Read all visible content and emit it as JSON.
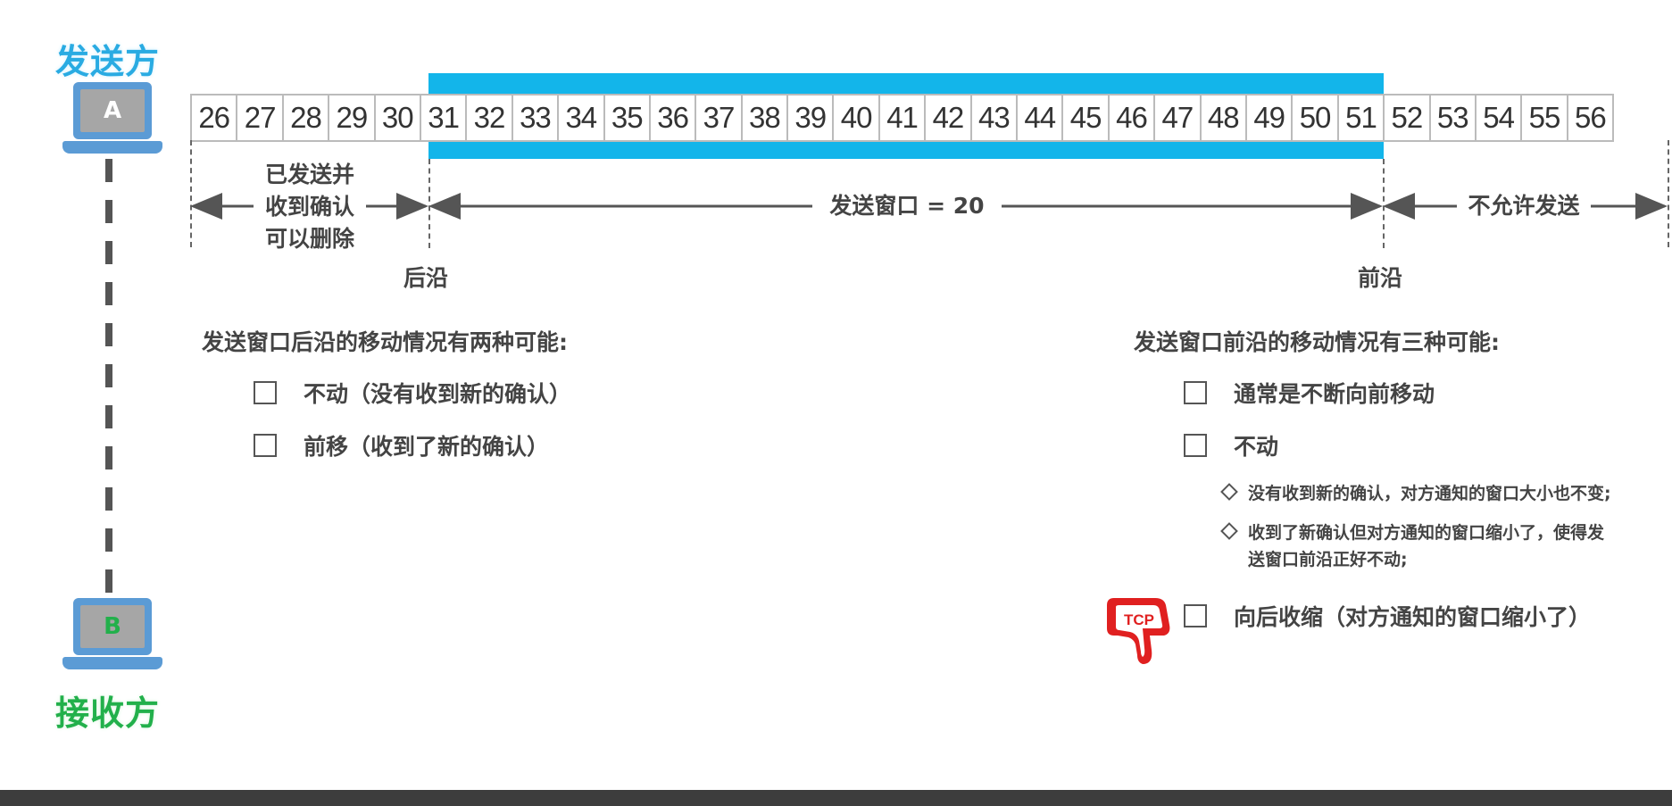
{
  "sender": {
    "title": "发送方",
    "device_label": "A"
  },
  "receiver": {
    "title": "接收方",
    "device_label": "B"
  },
  "sequence": [
    "26",
    "27",
    "28",
    "29",
    "30",
    "31",
    "32",
    "33",
    "34",
    "35",
    "36",
    "37",
    "38",
    "39",
    "40",
    "41",
    "42",
    "43",
    "44",
    "45",
    "46",
    "47",
    "48",
    "49",
    "50",
    "51",
    "52",
    "53",
    "54",
    "55",
    "56"
  ],
  "regions": {
    "acked": [
      "已发送并",
      "收到确认",
      "可以删除"
    ],
    "window": "发送窗口 = 20",
    "not_allowed": "不允许发送"
  },
  "edges": {
    "trailing": "后沿",
    "leading": "前沿"
  },
  "trailing_section": {
    "heading": "发送窗口后沿的移动情况有两种可能:",
    "items": [
      "不动（没有收到新的确认）",
      "前移（收到了新的确认）"
    ]
  },
  "leading_section": {
    "heading": "发送窗口前沿的移动情况有三种可能:",
    "item_1": "通常是不断向前移动",
    "item_2": "不动",
    "sub_1": "没有收到新的确认，对方通知的窗口大小也不变;",
    "sub_2_line1": "收到了新确认但对方通知的窗口缩小了，使得发",
    "sub_2_line2": "送窗口前沿正好不动;",
    "item_3": "向后收缩（对方通知的窗口缩小了）"
  },
  "badge": {
    "icon": "thumbs-down-icon",
    "text": "TCP"
  },
  "colors": {
    "window_band": "#13b5ea",
    "sender": "#29abe2",
    "receiver": "#22b04b",
    "badge": "#e02020"
  }
}
